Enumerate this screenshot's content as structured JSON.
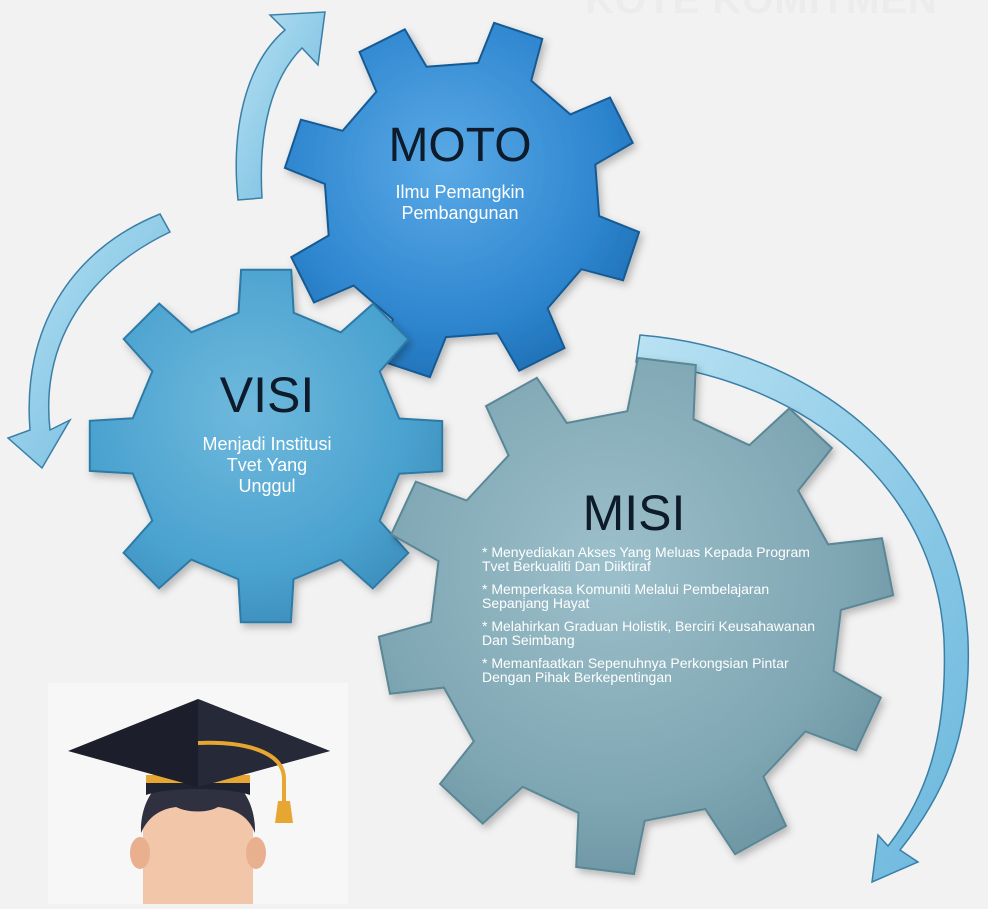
{
  "header": {
    "faded_text": "KOTE KOMITMEN"
  },
  "moto": {
    "title": "MOTO",
    "line1": "Ilmu Pemangkin",
    "line2": "Pembangunan"
  },
  "visi": {
    "title": "VISI",
    "line1": "Menjadi Institusi",
    "line2": "Tvet Yang",
    "line3": "Unggul"
  },
  "misi": {
    "title": "MISI",
    "items": [
      "* Menyediakan Akses Yang Meluas Kepada Program Tvet Berkualiti Dan Diiktiraf",
      "* Memperkasa Komuniti Melalui Pembelajaran Sepanjang Hayat",
      "* Melahirkan Graduan Holistik, Berciri Keusahawanan Dan Seimbang",
      "* Memanfaatkan Sepenuhnya Perkongsian Pintar Dengan Pihak Berkepentingan"
    ]
  },
  "colors": {
    "background": "#f2f2f2",
    "moto_gear": "#2e86cf",
    "visi_gear": "#4aa2cf",
    "misi_gear": "#7fa6b3",
    "arrow": "#7fc6e6",
    "title_text": "#0d1b2a"
  },
  "icons": {
    "graduate": "graduate-student-icon",
    "arrows": [
      "curved-arrow-up-icon",
      "curved-arrow-down-left-icon",
      "curved-arrow-down-right-icon"
    ]
  }
}
